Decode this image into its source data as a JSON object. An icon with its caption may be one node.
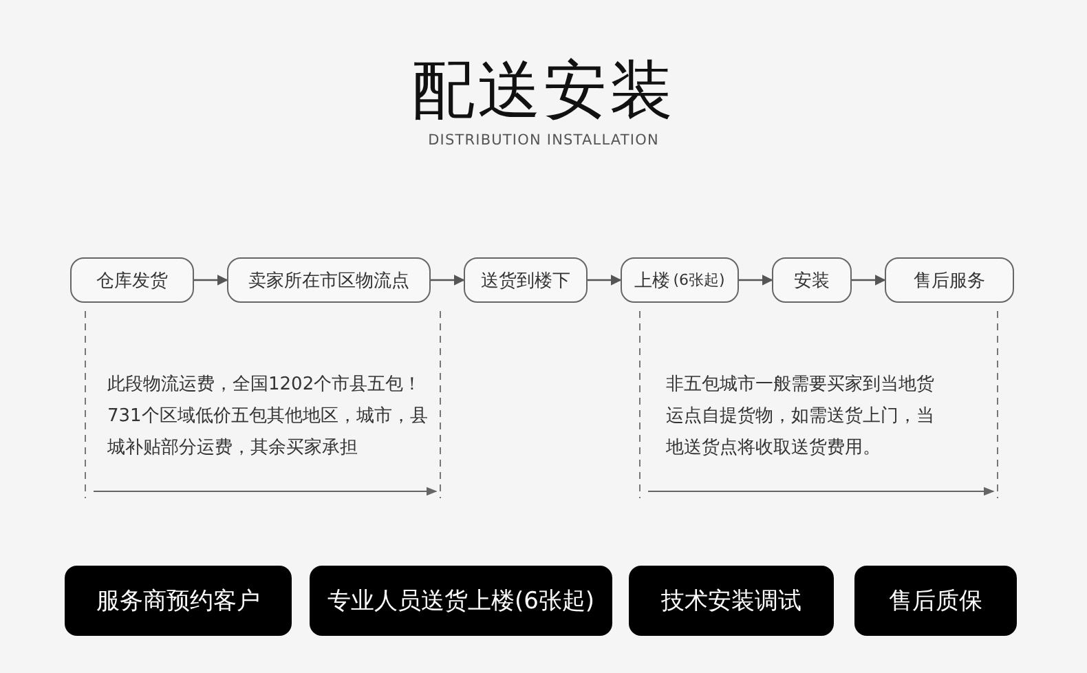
{
  "diagram": {
    "title": "配送安装",
    "nodes": [
      {
        "text": [
          "仓库发货"
        ]
      },
      {
        "text": [
          "卖家所在市区物流点"
        ]
      },
      {
        "text": [
          "送货到楼下"
        ]
      },
      {
        "text": [
          "上楼",
          "(6张起)"
        ]
      },
      {
        "text": [
          "安装"
        ]
      },
      {
        "text": [
          "售后服务"
        ]
      },
      {
        "text": [
          "服务商预约客户"
        ]
      },
      {
        "text": [
          "专业人员送货上楼(6张起)"
        ]
      },
      {
        "text": [
          "技术安装调试"
        ]
      },
      {
        "text": [
          "售后质保"
        ]
      }
    ],
    "edges": [
      {
        "from": 0,
        "to": 1,
        "arrow": "to"
      },
      {
        "from": 1,
        "to": 2,
        "arrow": "to"
      },
      {
        "from": 2,
        "to": 3,
        "arrow": "to"
      },
      {
        "from": 3,
        "to": 4,
        "arrow": "to"
      },
      {
        "from": 4,
        "to": 5,
        "arrow": "to"
      }
    ],
    "labels": [
      "DISTRIBUTION INSTALLATION",
      "此段物流运费，全国1202个市县五包！731个区域低价五包其他地区，城市，县城补贴部分运费，其余买家承担",
      "非五包城市一般需要买家到当地货运点自提货物，如需送货上门，当地送货点将收取送货费用。"
    ]
  }
}
